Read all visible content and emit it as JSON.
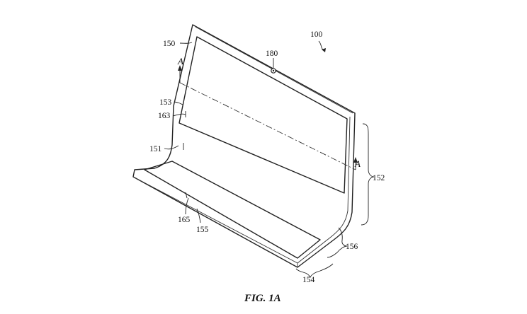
{
  "figure": {
    "caption": "FIG. 1A",
    "device_ref": "100",
    "section_label": "A"
  },
  "labels": {
    "r150": "150",
    "r180": "180",
    "r153": "153",
    "r163": "163",
    "r151": "151",
    "r152": "152",
    "r165": "165",
    "r155": "155",
    "r156": "156",
    "r154": "154"
  }
}
